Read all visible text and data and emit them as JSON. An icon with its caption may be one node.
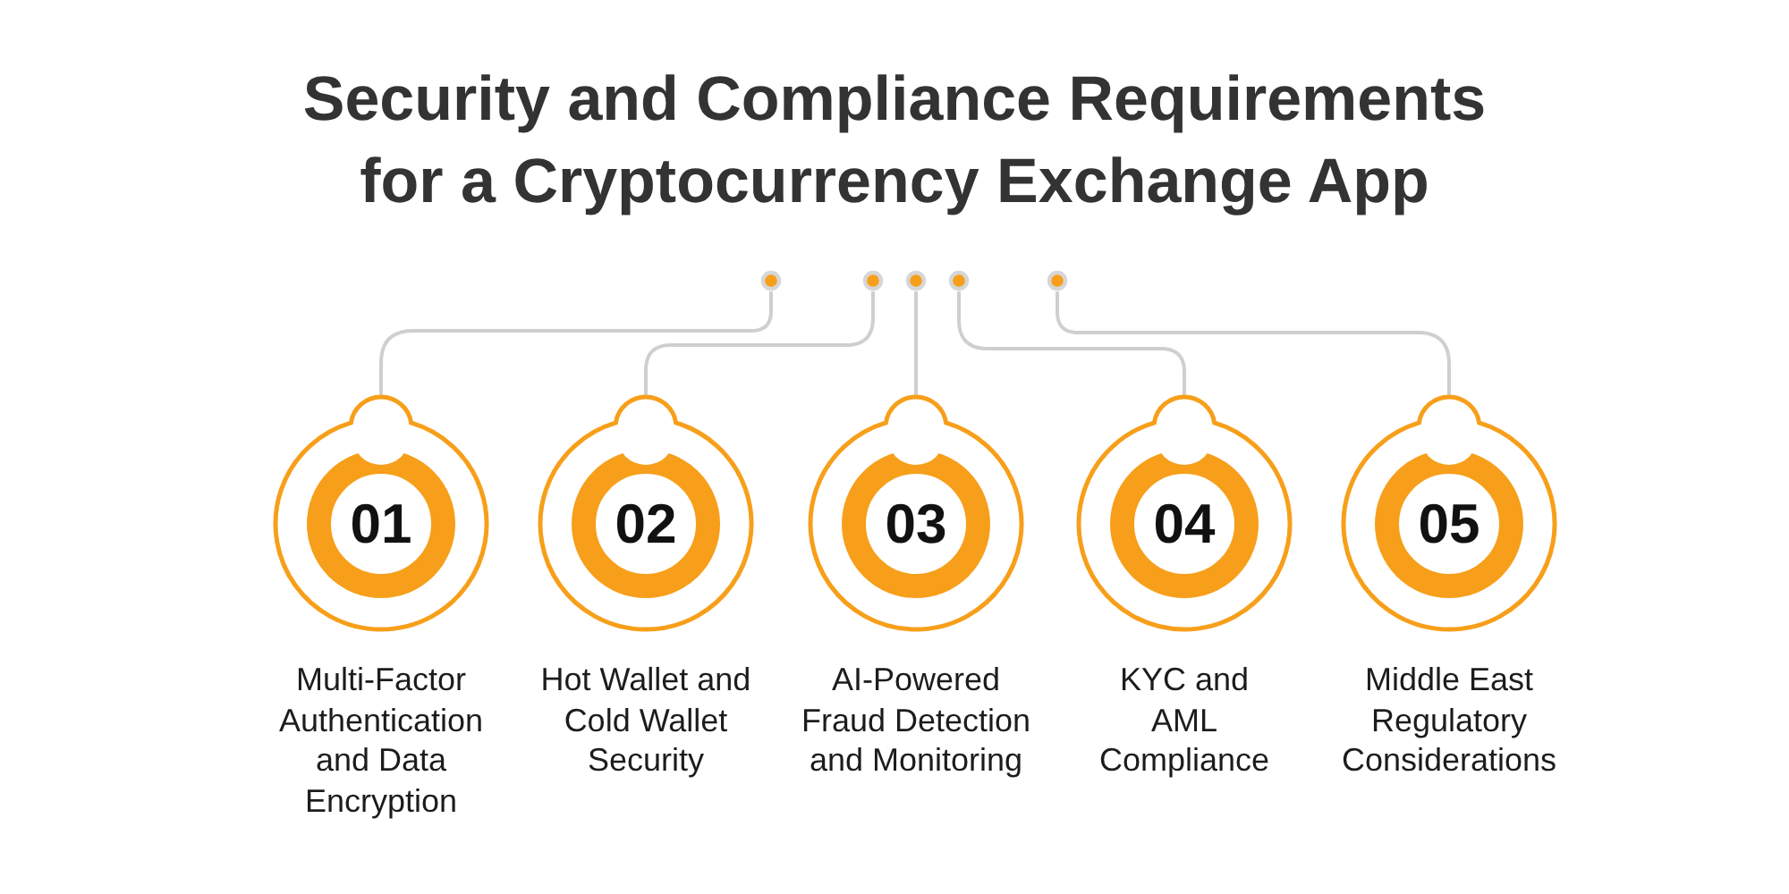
{
  "diagram": {
    "title": "Security and Compliance Requirements for a Cryptocurrency Exchange App",
    "nodes": [
      {
        "text": [],
        "shape": "circle"
      },
      {
        "text": [],
        "shape": "circle"
      },
      {
        "text": [],
        "shape": "circle"
      },
      {
        "text": [],
        "shape": "circle"
      },
      {
        "text": [],
        "shape": "circle"
      },
      {
        "text": [
          "01"
        ],
        "beside": [
          "Multi-Factor Authentication and Data Encryption"
        ]
      },
      {
        "text": [
          "02"
        ],
        "beside": [
          "Hot Wallet and Cold Wallet Security"
        ]
      },
      {
        "text": [
          "03"
        ],
        "beside": [
          "AI-Powered Fraud Detection and Monitoring"
        ]
      },
      {
        "text": [
          "04"
        ],
        "beside": [
          "KYC and AML Compliance"
        ]
      },
      {
        "text": [
          "05"
        ],
        "beside": [
          "Middle East Regulatory Considerations"
        ]
      }
    ],
    "edges": [
      {
        "from": 0,
        "to": 5,
        "arrow": "none"
      },
      {
        "from": 1,
        "to": 6,
        "arrow": "none"
      },
      {
        "from": 2,
        "to": 7,
        "arrow": "none"
      },
      {
        "from": 3,
        "to": 8,
        "arrow": "none"
      },
      {
        "from": 4,
        "to": 9,
        "arrow": "none"
      }
    ]
  }
}
